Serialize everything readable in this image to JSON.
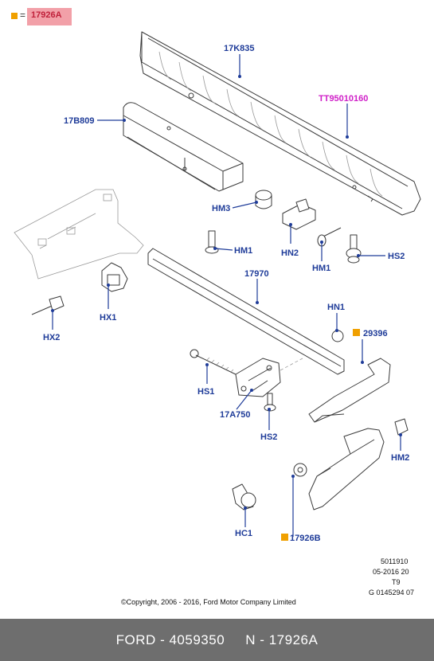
{
  "legend": {
    "equals": "=",
    "code": "17926A",
    "swatch_color": "#f0a000",
    "box_color": "#f2a0a8"
  },
  "labels": {
    "17K835": "17K835",
    "TT95010160": "TT95010160",
    "17B809": "17B809",
    "HM3": "HM3",
    "HM1_top": "HM1",
    "HN2": "HN2",
    "HM1_right": "HM1",
    "HS2_right": "HS2",
    "17970": "17970",
    "HX1": "HX1",
    "HX2": "HX2",
    "HN1": "HN1",
    "29396": "29396",
    "HS1": "HS1",
    "17A750": "17A750",
    "HS2_bottom": "HS2",
    "HM2": "HM2",
    "HC1": "HC1",
    "17926B": "17926B"
  },
  "marker_color": "#f0a000",
  "label_color": "#1f3c99",
  "highlight_label_color": "#d020c8",
  "meta": {
    "line1": "5011910",
    "line2": "05-2016 20",
    "line3": "T9",
    "line4": "G 0145294 07"
  },
  "copyright": "©Copyright, 2006 - 2016, Ford Motor Company Limited",
  "footer": {
    "brand": "FORD",
    "sep1": "-",
    "part": "4059350",
    "prefix": "N",
    "sep2": "-",
    "code": "17926A"
  }
}
